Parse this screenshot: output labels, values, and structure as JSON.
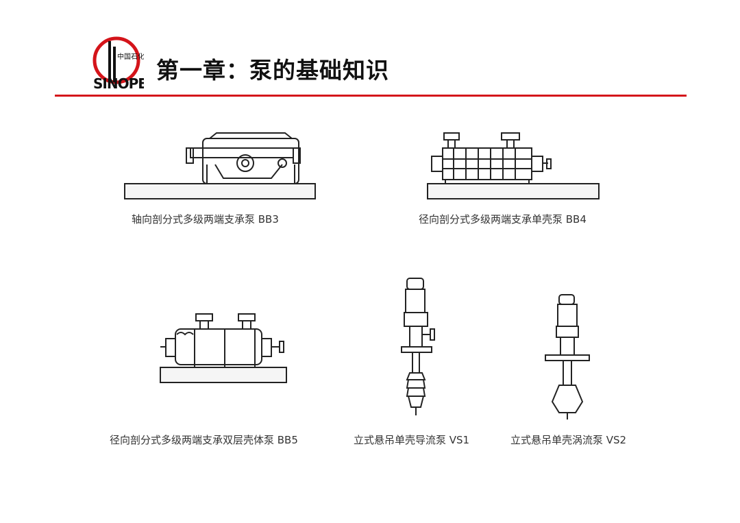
{
  "logo": {
    "brand_text": "SINOPEC",
    "chinese_text": "中国石化",
    "accent": "#d4141a"
  },
  "header": {
    "title": "第一章：泵的基础知识"
  },
  "colors": {
    "rule": "#d4141a",
    "line_art": "#222222"
  },
  "figures": [
    {
      "caption": "轴向剖分式多级两端支承泵  BB3"
    },
    {
      "caption": "径向剖分式多级两端支承单壳泵  BB4"
    },
    {
      "caption": "径向剖分式多级两端支承双层壳体泵  BB5"
    },
    {
      "caption": "立式悬吊单壳导流泵  VS1"
    },
    {
      "caption": "立式悬吊单壳涡流泵  VS2"
    }
  ]
}
